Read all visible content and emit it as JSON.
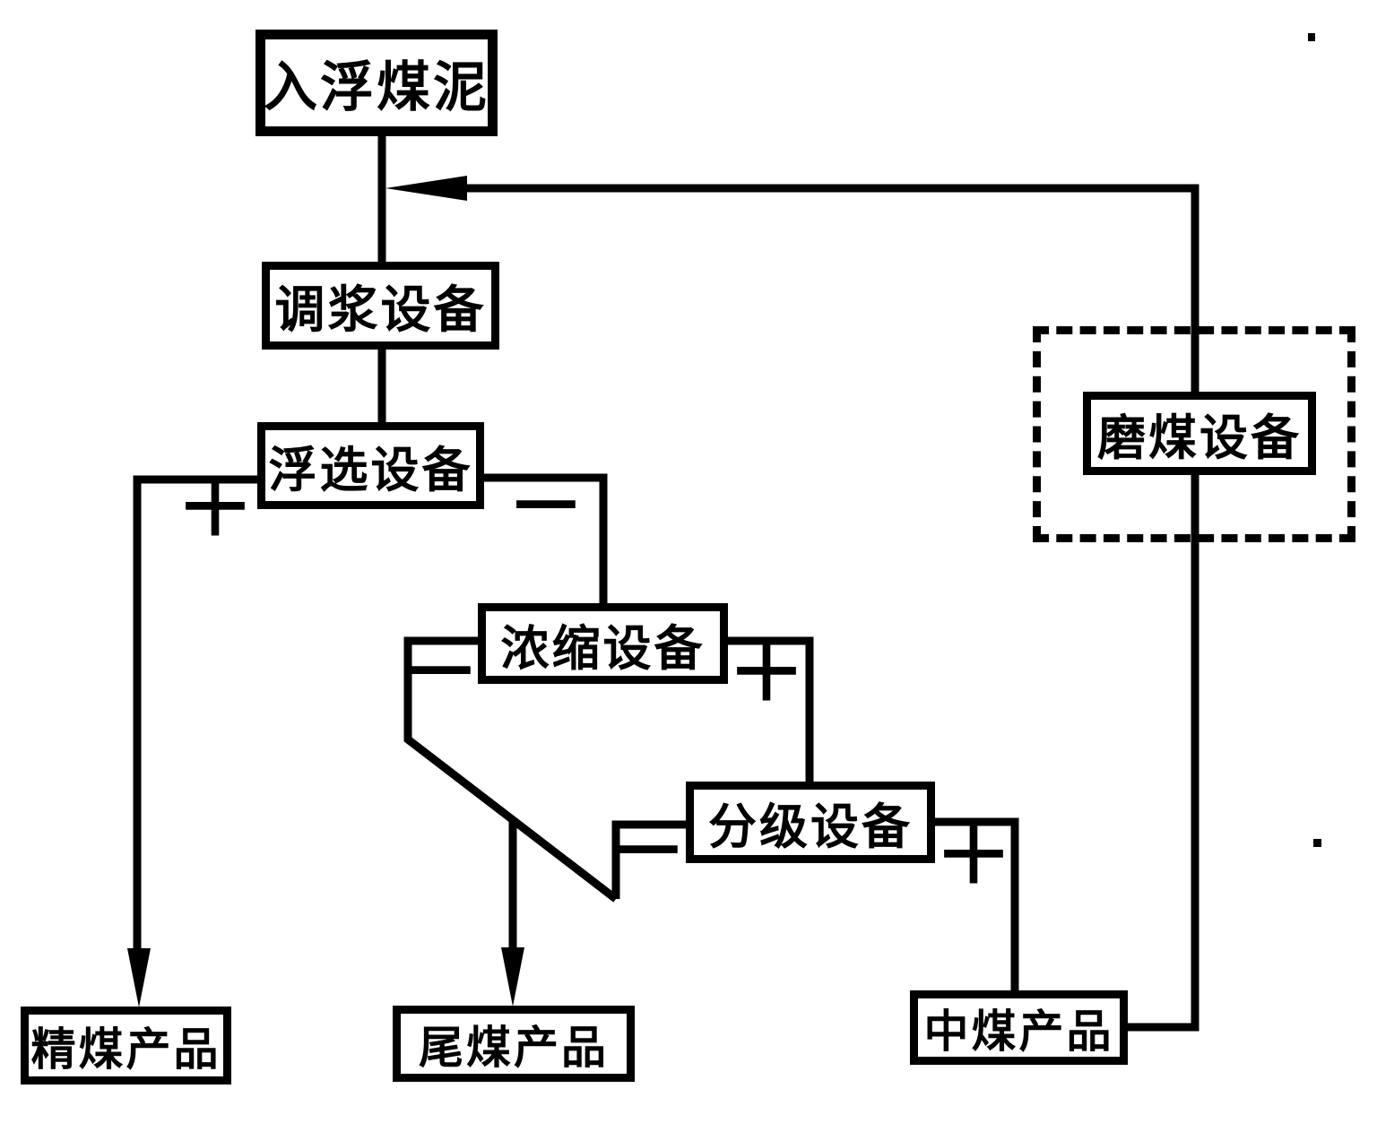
{
  "colors": {
    "line": "#000000",
    "background": "#ffffff"
  },
  "nodes": {
    "feed": "入浮煤泥",
    "conditioning": "调浆设备",
    "flotation": "浮选设备",
    "thickening": "浓缩设备",
    "classification": "分级设备",
    "grinding": "磨煤设备",
    "clean_coal": "精煤产品",
    "tailings": "尾煤产品",
    "middling": "中煤产品"
  },
  "stream_signs": {
    "flotation_concentrate": "+",
    "flotation_tailings": "−",
    "thickening_overflow": "−",
    "thickening_underflow": "+",
    "classification_fine": "−",
    "classification_coarse": "+"
  }
}
